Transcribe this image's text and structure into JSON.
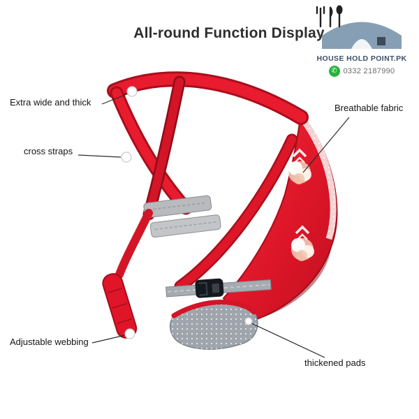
{
  "title": "All-round Function Display",
  "brand": {
    "name": "HOUSE HOLD POINT.PK",
    "phone": "0332 2187990"
  },
  "callouts": {
    "extra_wide": "Extra wide and thick",
    "cross_straps": "cross straps",
    "breathable": "Breathable fabric",
    "adjustable_webbing": "Adjustable webbing",
    "thickened_pads": "thickened pads"
  },
  "icons": {
    "whatsapp": "✆",
    "house_logo": "house-dome-with-utensils"
  },
  "colors": {
    "carrier_red": "#dd1628",
    "strap_gray": "#b8babe",
    "pad_gray": "#9fa5ad",
    "brand_blue": "#7e98b0",
    "whatsapp_green": "#23b33a",
    "label_text": "#141414"
  }
}
